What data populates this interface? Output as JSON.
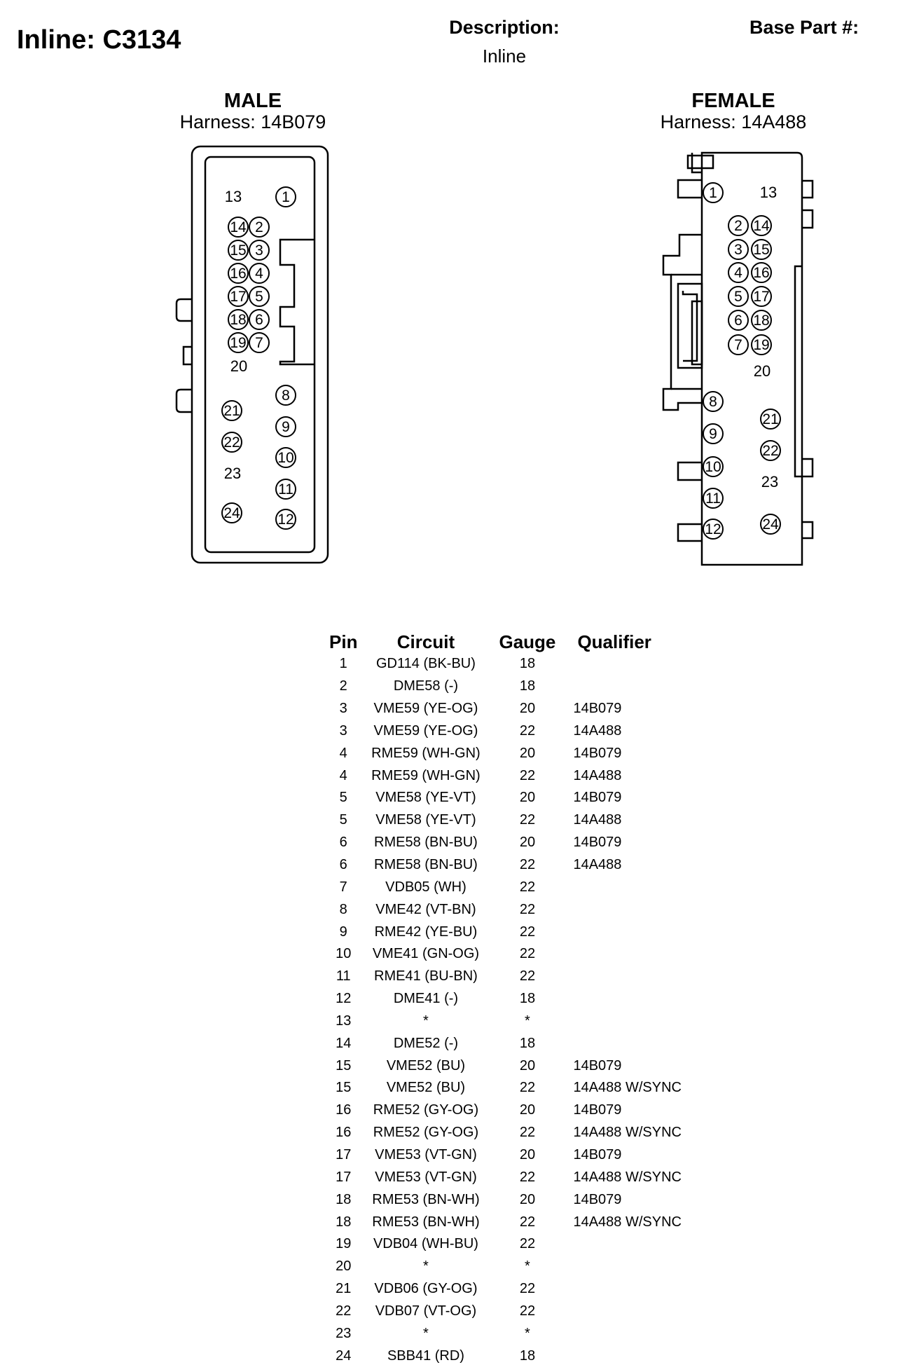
{
  "header": {
    "title": "Inline: C3134",
    "description_label": "Description:",
    "description_value": "Inline",
    "base_part_label": "Base Part #:"
  },
  "male": {
    "gender": "MALE",
    "harness": "Harness: 14B079",
    "pins": [
      "13",
      "1",
      "14",
      "2",
      "15",
      "3",
      "16",
      "4",
      "17",
      "5",
      "18",
      "6",
      "19",
      "7",
      "20",
      "8",
      "21",
      "9",
      "22",
      "10",
      "23",
      "11",
      "24",
      "12"
    ]
  },
  "female": {
    "gender": "FEMALE",
    "harness": "Harness: 14A488",
    "pins": [
      "1",
      "13",
      "2",
      "14",
      "3",
      "15",
      "4",
      "16",
      "5",
      "17",
      "6",
      "18",
      "7",
      "19",
      "20",
      "8",
      "21",
      "9",
      "22",
      "10",
      "23",
      "11",
      "24",
      "12"
    ]
  },
  "table": {
    "headers": [
      "Pin",
      "Circuit",
      "Gauge",
      "Qualifier"
    ],
    "rows": [
      {
        "pin": "1",
        "circuit": "GD114 (BK-BU)",
        "gauge": "18",
        "qualifier": ""
      },
      {
        "pin": "2",
        "circuit": "DME58 (-)",
        "gauge": "18",
        "qualifier": ""
      },
      {
        "pin": "3",
        "circuit": "VME59 (YE-OG)",
        "gauge": "20",
        "qualifier": "14B079"
      },
      {
        "pin": "3",
        "circuit": "VME59 (YE-OG)",
        "gauge": "22",
        "qualifier": "14A488"
      },
      {
        "pin": "4",
        "circuit": "RME59 (WH-GN)",
        "gauge": "20",
        "qualifier": "14B079"
      },
      {
        "pin": "4",
        "circuit": "RME59 (WH-GN)",
        "gauge": "22",
        "qualifier": "14A488"
      },
      {
        "pin": "5",
        "circuit": "VME58 (YE-VT)",
        "gauge": "20",
        "qualifier": "14B079"
      },
      {
        "pin": "5",
        "circuit": "VME58 (YE-VT)",
        "gauge": "22",
        "qualifier": "14A488"
      },
      {
        "pin": "6",
        "circuit": "RME58 (BN-BU)",
        "gauge": "20",
        "qualifier": "14B079"
      },
      {
        "pin": "6",
        "circuit": "RME58 (BN-BU)",
        "gauge": "22",
        "qualifier": "14A488"
      },
      {
        "pin": "7",
        "circuit": "VDB05 (WH)",
        "gauge": "22",
        "qualifier": ""
      },
      {
        "pin": "8",
        "circuit": "VME42 (VT-BN)",
        "gauge": "22",
        "qualifier": ""
      },
      {
        "pin": "9",
        "circuit": "RME42 (YE-BU)",
        "gauge": "22",
        "qualifier": ""
      },
      {
        "pin": "10",
        "circuit": "VME41 (GN-OG)",
        "gauge": "22",
        "qualifier": ""
      },
      {
        "pin": "11",
        "circuit": "RME41 (BU-BN)",
        "gauge": "22",
        "qualifier": ""
      },
      {
        "pin": "12",
        "circuit": "DME41 (-)",
        "gauge": "18",
        "qualifier": ""
      },
      {
        "pin": "13",
        "circuit": "*",
        "gauge": "*",
        "qualifier": ""
      },
      {
        "pin": "14",
        "circuit": "DME52 (-)",
        "gauge": "18",
        "qualifier": ""
      },
      {
        "pin": "15",
        "circuit": "VME52 (BU)",
        "gauge": "20",
        "qualifier": "14B079"
      },
      {
        "pin": "15",
        "circuit": "VME52 (BU)",
        "gauge": "22",
        "qualifier": "14A488 W/SYNC"
      },
      {
        "pin": "16",
        "circuit": "RME52 (GY-OG)",
        "gauge": "20",
        "qualifier": "14B079"
      },
      {
        "pin": "16",
        "circuit": "RME52 (GY-OG)",
        "gauge": "22",
        "qualifier": "14A488 W/SYNC"
      },
      {
        "pin": "17",
        "circuit": "VME53 (VT-GN)",
        "gauge": "20",
        "qualifier": "14B079"
      },
      {
        "pin": "17",
        "circuit": "VME53 (VT-GN)",
        "gauge": "22",
        "qualifier": "14A488 W/SYNC"
      },
      {
        "pin": "18",
        "circuit": "RME53 (BN-WH)",
        "gauge": "20",
        "qualifier": "14B079"
      },
      {
        "pin": "18",
        "circuit": "RME53 (BN-WH)",
        "gauge": "22",
        "qualifier": "14A488 W/SYNC"
      },
      {
        "pin": "19",
        "circuit": "VDB04 (WH-BU)",
        "gauge": "22",
        "qualifier": ""
      },
      {
        "pin": "20",
        "circuit": "*",
        "gauge": "*",
        "qualifier": ""
      },
      {
        "pin": "21",
        "circuit": "VDB06 (GY-OG)",
        "gauge": "22",
        "qualifier": ""
      },
      {
        "pin": "22",
        "circuit": "VDB07 (VT-OG)",
        "gauge": "22",
        "qualifier": ""
      },
      {
        "pin": "23",
        "circuit": "*",
        "gauge": "*",
        "qualifier": ""
      },
      {
        "pin": "24",
        "circuit": "SBB41 (RD)",
        "gauge": "18",
        "qualifier": ""
      }
    ]
  }
}
